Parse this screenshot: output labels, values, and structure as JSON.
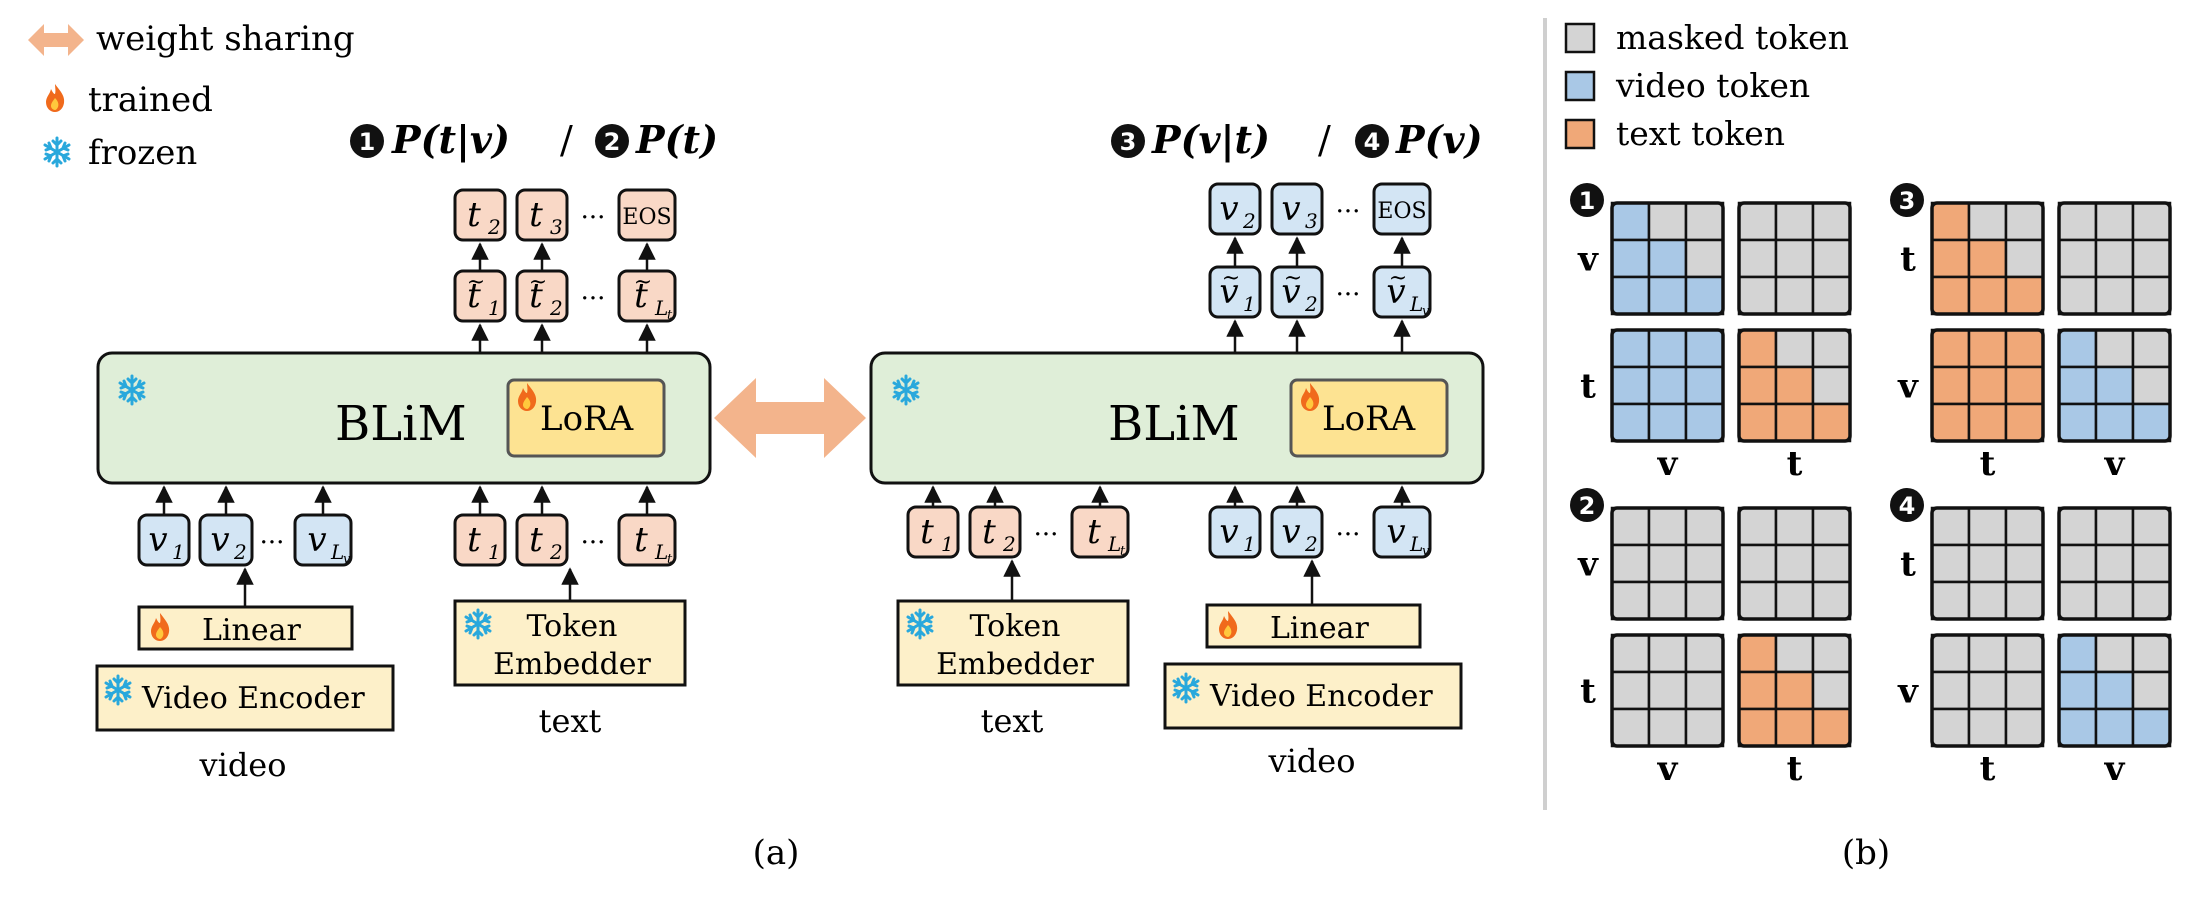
{
  "legend_left": {
    "weight_sharing": "weight sharing",
    "trained": "trained",
    "frozen": "frozen"
  },
  "legend_right": {
    "masked": "masked token",
    "video": "video token",
    "text": "text token"
  },
  "colors": {
    "masked": "#d4d4d4",
    "video": "#a9c8e6",
    "text": "#f0a878",
    "blim_fill": "#dfeed8",
    "lora_fill": "#fde392",
    "block_fill": "#fdf0c9",
    "token_text_fill": "#f9d8c6",
    "token_video_fill": "#d3e5f4",
    "arrow_share": "#f3b48c",
    "snow": "#29a8dc",
    "flame": "#f06a1c"
  },
  "diagram_left": {
    "title_1": "P(t|v)",
    "title_sep": "/",
    "title_2": "P(t)",
    "num_1": "1",
    "num_2": "2",
    "blim": "BLiM",
    "lora": "LoRA",
    "linear": "Linear",
    "video_encoder": "Video Encoder",
    "token_embedder_1": "Token",
    "token_embedder_2": "Embedder",
    "video_label": "video",
    "text_label": "text",
    "out_tokens": [
      "t",
      "t",
      "EOS"
    ],
    "out_subs": [
      "2",
      "3",
      ""
    ],
    "hid_tokens": [
      "t",
      "t",
      "t"
    ],
    "hid_subs": [
      "1",
      "2",
      "L"
    ],
    "in_video": [
      "v",
      "v",
      "v"
    ],
    "in_video_subs": [
      "1",
      "2",
      "L"
    ],
    "in_text": [
      "t",
      "t",
      "t"
    ],
    "in_text_subs": [
      "1",
      "2",
      "L"
    ],
    "dots": "···"
  },
  "diagram_right": {
    "title_1": "P(v|t)",
    "title_sep": "/",
    "title_2": "P(v)",
    "num_1": "3",
    "num_2": "4",
    "blim": "BLiM",
    "lora": "LoRA",
    "linear": "Linear",
    "video_encoder": "Video Encoder",
    "token_embedder_1": "Token",
    "token_embedder_2": "Embedder",
    "video_label": "video",
    "text_label": "text",
    "out_tokens": [
      "v",
      "v",
      "EOS"
    ],
    "out_subs": [
      "2",
      "3",
      ""
    ],
    "hid_tokens": [
      "v",
      "v",
      "v"
    ],
    "hid_subs": [
      "1",
      "2",
      "L"
    ]
  },
  "mask_panels": [
    {
      "num": "1",
      "row_labels": [
        "v",
        "t"
      ],
      "col_labels": [
        "v",
        "t"
      ]
    },
    {
      "num": "3",
      "row_labels": [
        "t",
        "v"
      ],
      "col_labels": [
        "t",
        "v"
      ]
    },
    {
      "num": "2",
      "row_labels": [
        "v",
        "t"
      ],
      "col_labels": [
        "v",
        "t"
      ]
    },
    {
      "num": "4",
      "row_labels": [
        "t",
        "v"
      ],
      "col_labels": [
        "t",
        "v"
      ]
    }
  ],
  "caption_a": "(a)",
  "caption_b": "(b)"
}
